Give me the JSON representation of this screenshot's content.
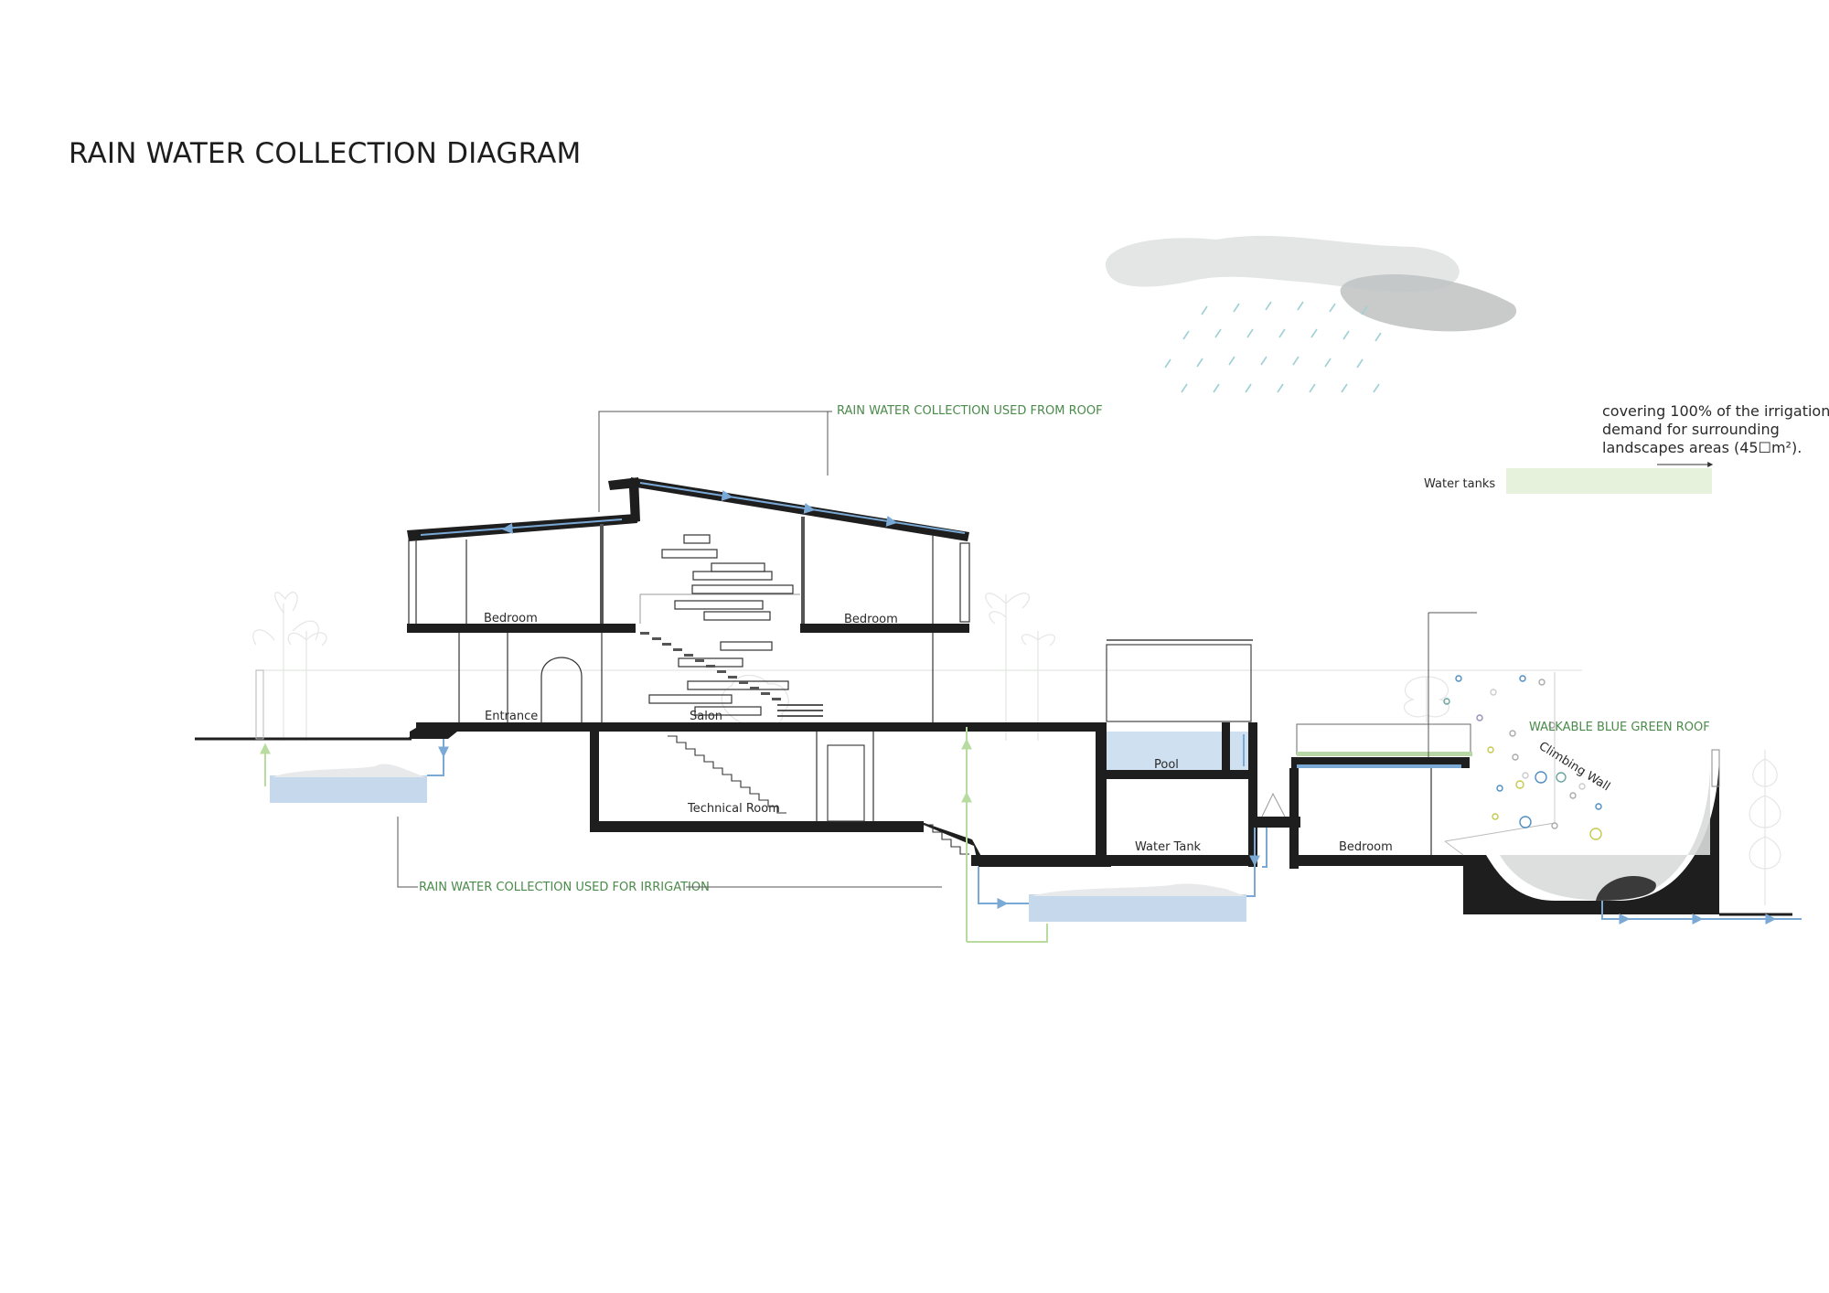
{
  "title": "RAIN WATER COLLECTION DIAGRAM",
  "callouts": {
    "roof": "RAIN WATER COLLECTION USED FROM ROOF",
    "irrigation": "RAIN WATER COLLECTION USED FOR IRRIGATION",
    "green_roof": "WALKABLE BLUE GREEN ROOF"
  },
  "note": {
    "line1": "covering 100% of the irrigation",
    "line2": "demand for surrounding",
    "line3": "landscapes areas (45☐m²)."
  },
  "legend": {
    "label": "Water tanks",
    "swatch_color": "#e6f2dc"
  },
  "rooms": {
    "bedroom_left": "Bedroom",
    "bedroom_right": "Bedroom",
    "entrance": "Entrance",
    "salon": "Salon",
    "technical_room": "Technical Room",
    "pool": "Pool",
    "water_tank": "Water Tank",
    "bedroom_lower": "Bedroom",
    "climbing_wall": "Climbing Wall"
  },
  "colors": {
    "structure": "#1e1e1e",
    "water": "#c6d9ec",
    "water_line": "#7aa9d6",
    "irrigation_line": "#b8dca0",
    "callout_text": "#4a8a4a",
    "cloud_light": "#e4e6e6",
    "cloud_dark": "#bfc2c2"
  }
}
